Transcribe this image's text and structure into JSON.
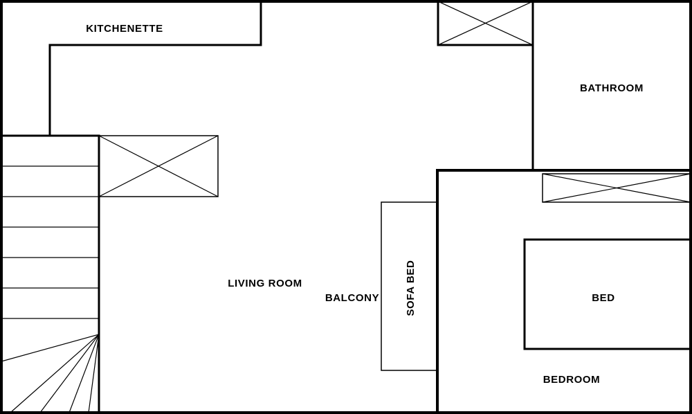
{
  "rooms": {
    "kitchenette": "KITCHENETTE",
    "bathroom": "BATHROOM",
    "living_room": "LIVING ROOM",
    "balcony": "BALCONY",
    "sofa_bed": "SOFA BED",
    "bed": "BED",
    "bedroom": "BEDROOM"
  }
}
